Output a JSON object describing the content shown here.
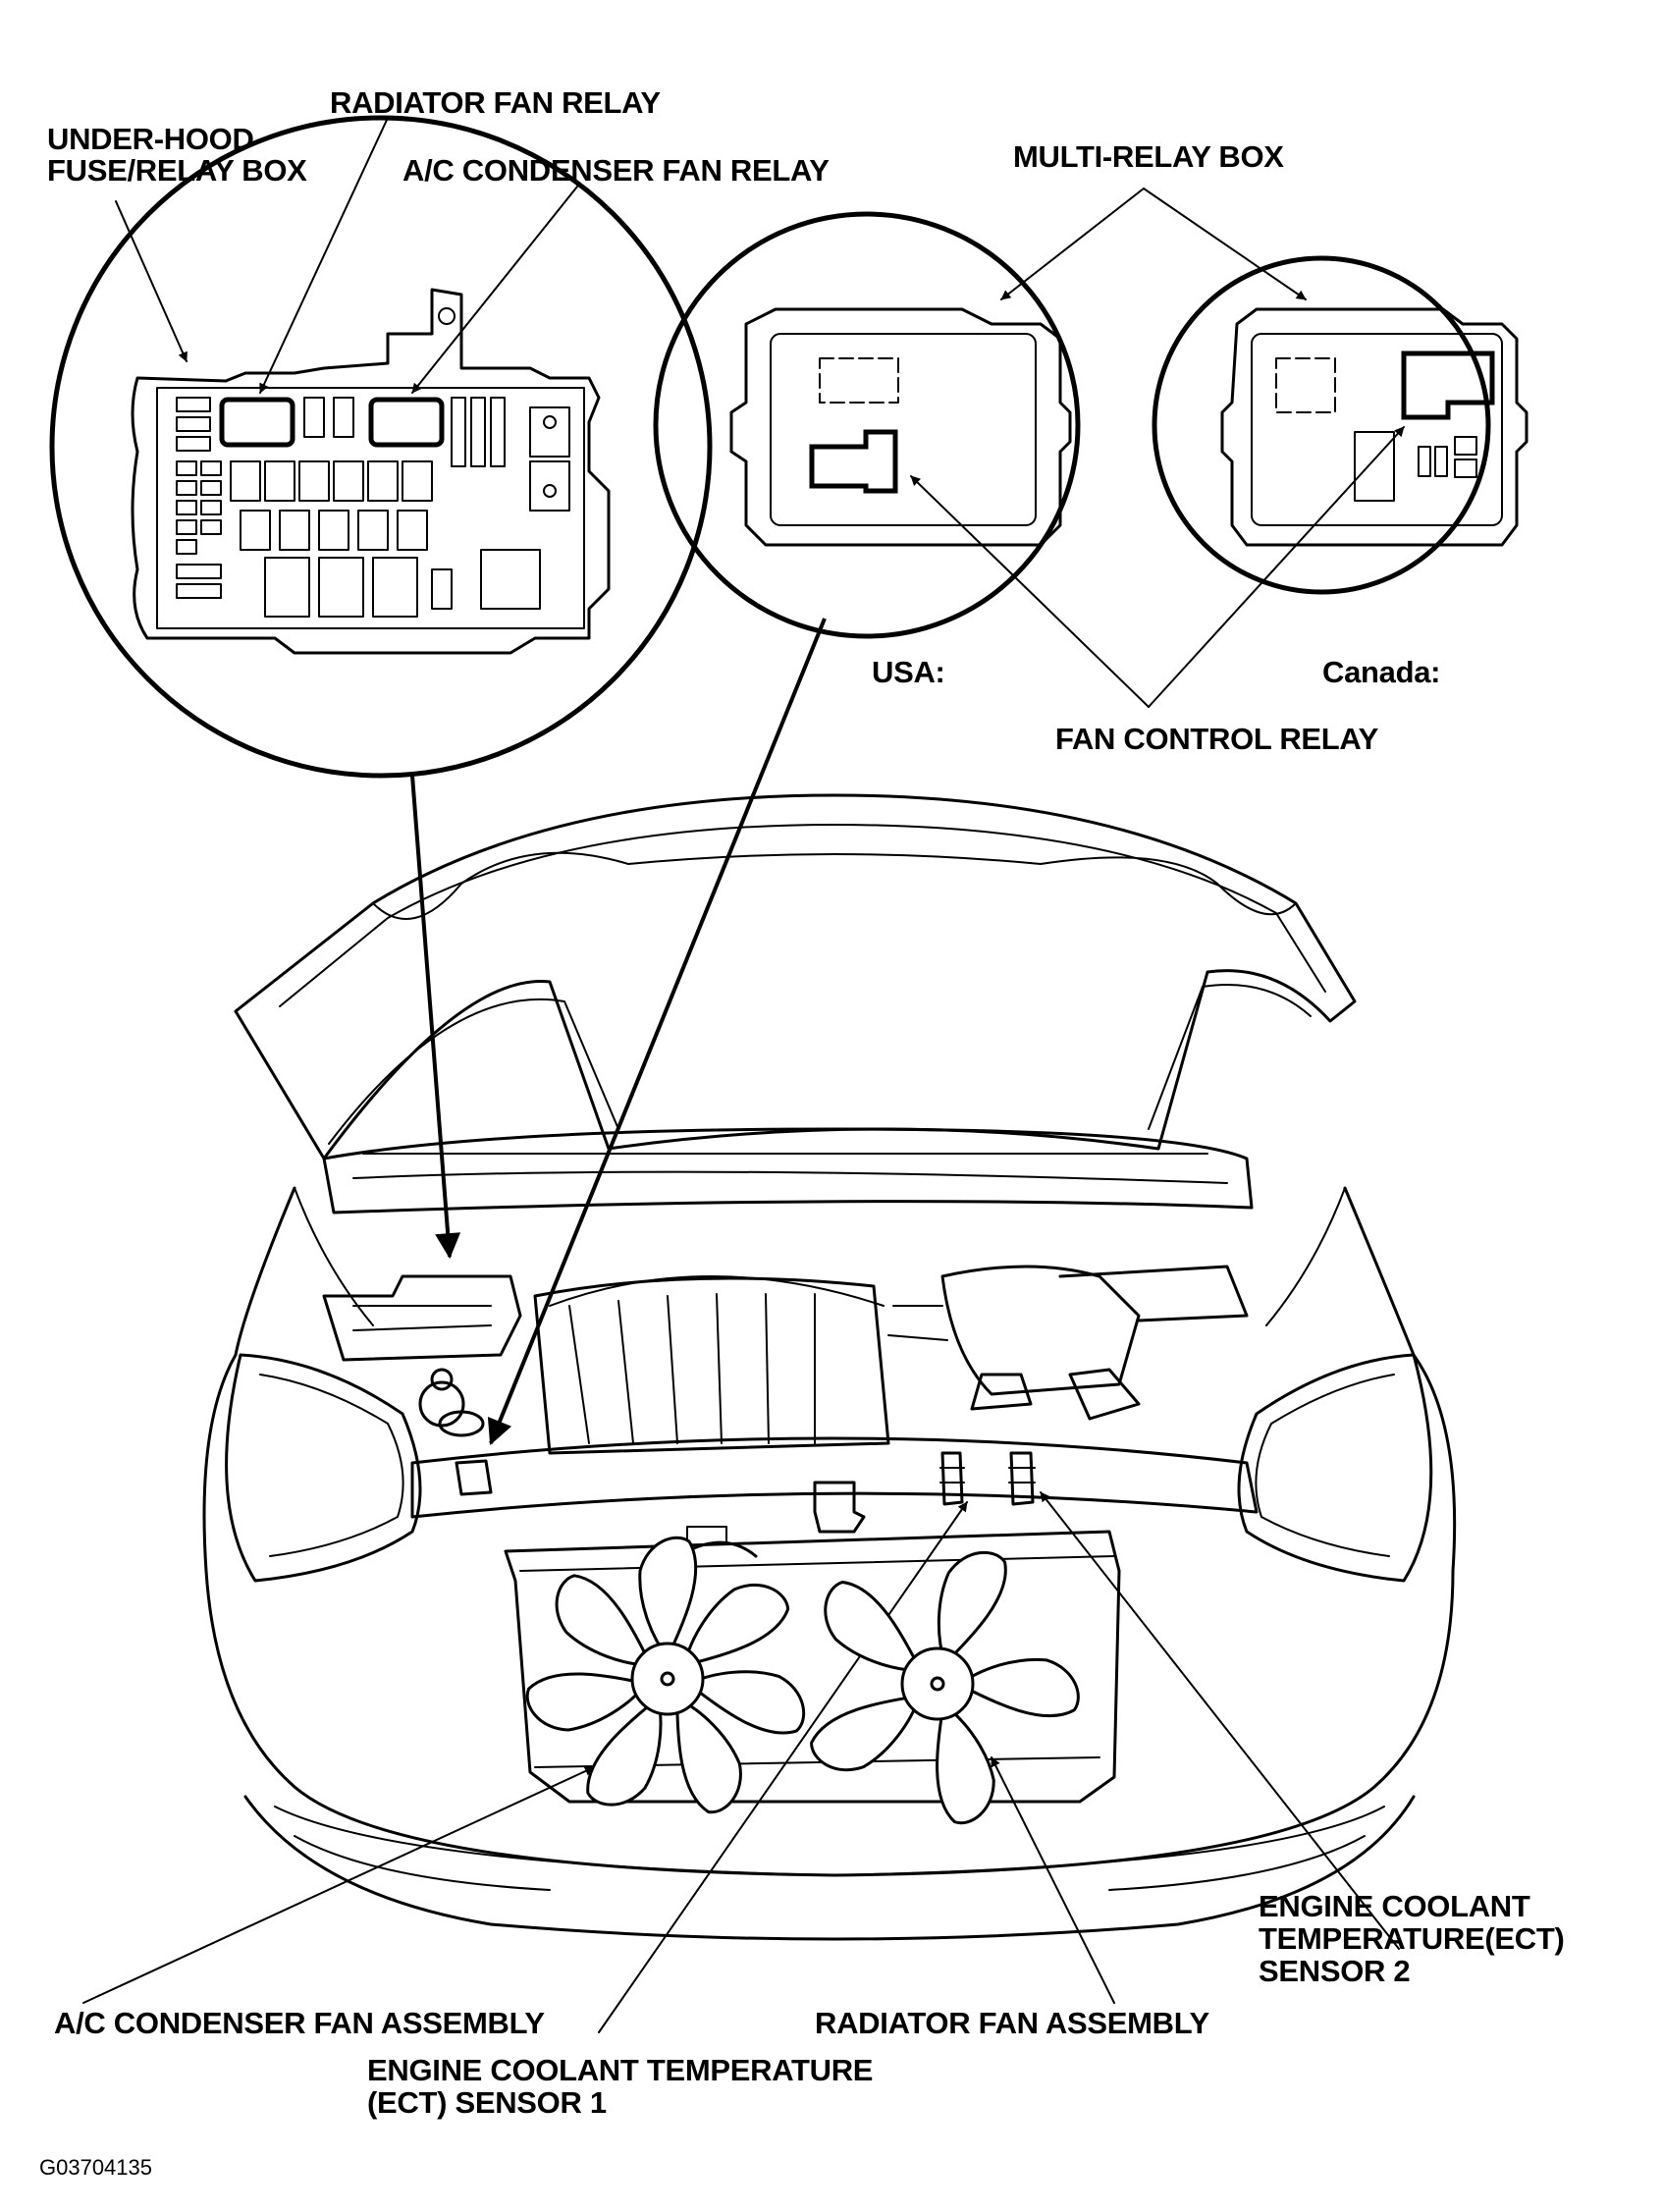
{
  "labels": {
    "radiator_fan_relay": "RADIATOR FAN RELAY",
    "under_hood_line1": "UNDER-HOOD",
    "under_hood_line2": "FUSE/RELAY BOX",
    "ac_condenser_fan_relay": "A/C CONDENSER FAN RELAY",
    "multi_relay_box": "MULTI-RELAY BOX",
    "usa": "USA:",
    "canada": "Canada:",
    "fan_control_relay": "FAN CONTROL RELAY",
    "ect2_line1": "ENGINE COOLANT",
    "ect2_line2": "TEMPERATURE(ECT)",
    "ect2_line3": "SENSOR 2",
    "ac_condenser_fan_assembly": "A/C CONDENSER FAN ASSEMBLY",
    "radiator_fan_assembly": "RADIATOR FAN ASSEMBLY",
    "ect1_line1": "ENGINE COOLANT TEMPERATURE",
    "ect1_line2": "(ECT) SENSOR 1"
  },
  "figure_code": "G03704135"
}
